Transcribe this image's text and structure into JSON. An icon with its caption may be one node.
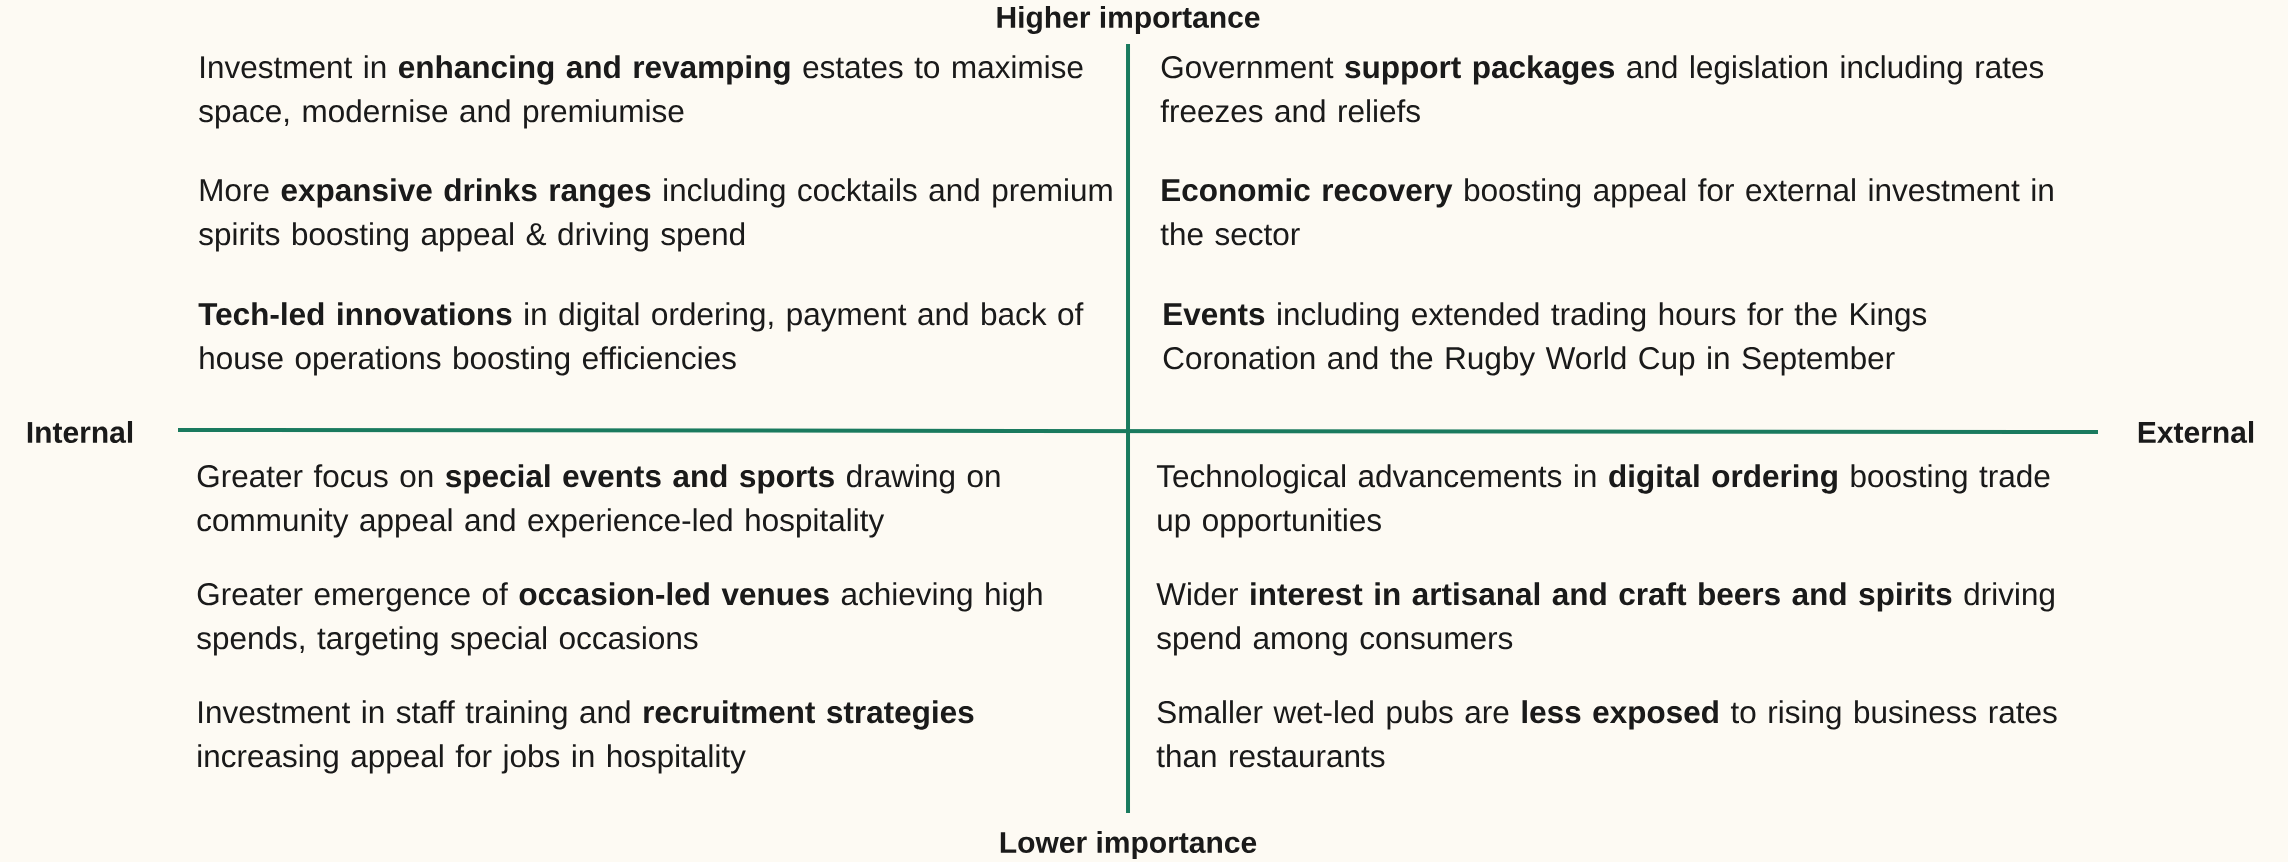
{
  "diagram": {
    "labels": [
      "Higher importance",
      "Investment in **enhancing and revamping** estates to maximise space, modernise and premiumise",
      "Government **support packages** and legislation including rates freezes and reliefs",
      "More **expansive drinks ranges** including cocktails and premium spirits boosting appeal & driving spend",
      "**Economic recovery** boosting appeal for external investment in the sector",
      "**Tech-led innovations** in digital ordering, payment and back of house operations boosting efficiencies",
      "**Events** including extended trading hours for the Kings Coronation and the Rugby World Cup in September",
      "Internal",
      "External",
      "Greater focus on **special events and sports** drawing on community appeal and experience-led hospitality",
      "Technological advancements in **digital ordering** boosting trade up opportunities",
      "Greater emergence of **occasion-led venues** achieving high spends, targeting special occasions",
      "Wider **interest in artisanal and craft beers and spirits** driving spend among consumers",
      "Investment in staff training and **recruitment strategies** increasing appeal for jobs in hospitality",
      "Smaller wet-led pubs are **less exposed** to rising business rates than restaurants",
      "Lower importance"
    ]
  }
}
